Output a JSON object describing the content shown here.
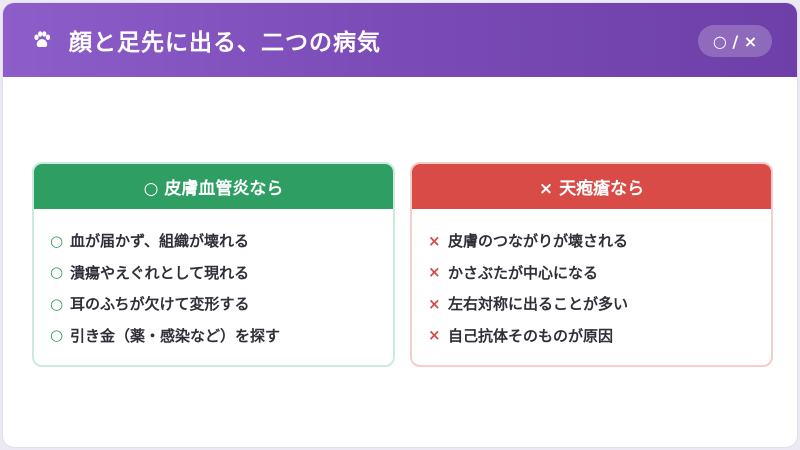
{
  "header": {
    "icon": "paw-icon",
    "title": "顔と足先に出る、二つの病気",
    "badge_label": "○ / ×"
  },
  "colors": {
    "header_gradient_start": "#8d5dc9",
    "header_gradient_end": "#6e3fa8",
    "vasculitis_accent": "#2f9e62",
    "pemphigus_accent": "#d84b47"
  },
  "cards": {
    "vasculitis": {
      "title": "○ 皮膚血管炎なら",
      "mark": "○",
      "items": [
        "血が届かず、組織が壊れる",
        "潰瘍やえぐれとして現れる",
        "耳のふちが欠けて変形する",
        "引き金（薬・感染など）を探す"
      ]
    },
    "pemphigus": {
      "title": "× 天疱瘡なら",
      "mark": "×",
      "items": [
        "皮膚のつながりが壊される",
        "かさぶたが中心になる",
        "左右対称に出ることが多い",
        "自己抗体そのものが原因"
      ]
    }
  }
}
